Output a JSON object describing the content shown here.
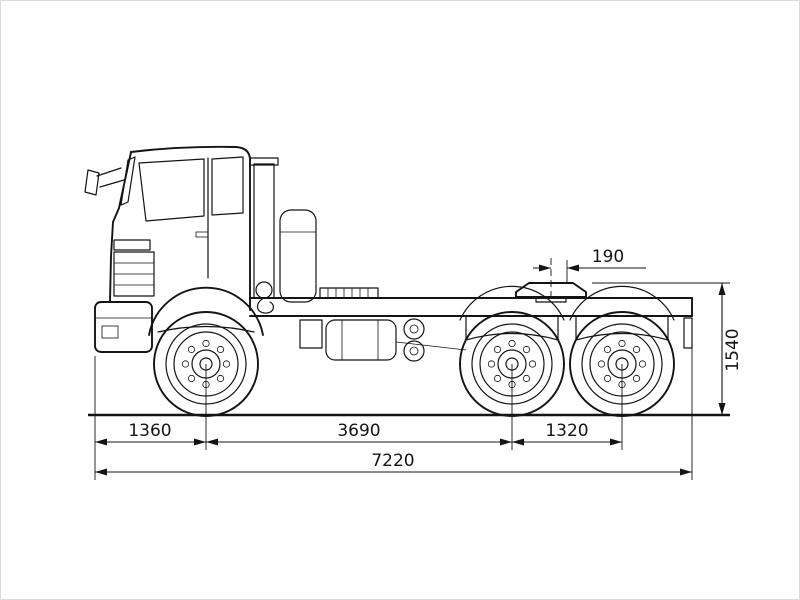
{
  "page": {
    "background": "#ffffff",
    "line_color": "#141414"
  },
  "diagram": {
    "type": "engineering-drawing",
    "subject": "truck-tractor-side-view-with-dimensions",
    "dimensions": {
      "front_overhang": "1360",
      "wheelbase": "3690",
      "rear_axle_spacing": "1320",
      "overall_length": "7220",
      "fifth_wheel_offset": "190",
      "fifth_wheel_height": "1540"
    }
  }
}
